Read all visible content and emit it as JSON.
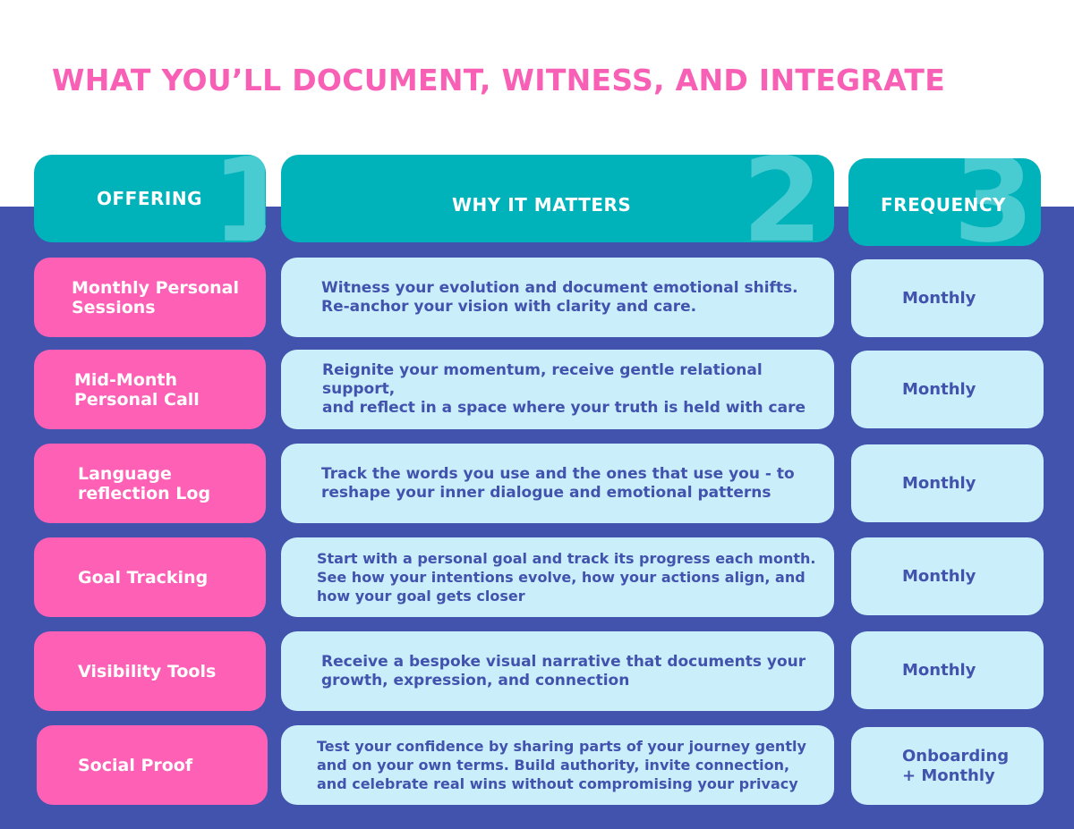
{
  "title": "WHAT YOU’LL DOCUMENT, WITNESS, AND INTEGRATE",
  "headers": [
    {
      "label": "OFFERING",
      "number": "1"
    },
    {
      "label": "WHY IT MATTERS",
      "number": "2"
    },
    {
      "label": "FREQUENCY",
      "number": "3"
    }
  ],
  "rows": [
    {
      "offering": "Monthly Personal\nSessions",
      "why": "Witness your evolution and document emotional shifts.\nRe-anchor your vision with clarity and care.",
      "frequency": "Monthly"
    },
    {
      "offering": "Mid-Month\nPersonal Call",
      "why": "Reignite your momentum, receive gentle relational support,\nand reflect in a space where your truth is held with care",
      "frequency": "Monthly"
    },
    {
      "offering": "Language\nreflection Log",
      "why": "Track the words you use and the ones that use you - to\nreshape your inner dialogue and emotional patterns",
      "frequency": "Monthly"
    },
    {
      "offering": "Goal Tracking",
      "why": "Start with a personal goal and track its progress each month.\nSee how your intentions evolve, how your actions align, and\nhow your goal gets closer",
      "frequency": "Monthly"
    },
    {
      "offering": "Visibility Tools",
      "why": "Receive a bespoke visual narrative that documents your\ngrowth, expression, and connection",
      "frequency": "Monthly"
    },
    {
      "offering": "Social Proof",
      "why": "Test your confidence by sharing parts of your journey gently\nand on your own terms. Build authority, invite connection,\nand celebrate real wins without compromising your privacy",
      "frequency": "Onboarding\n+ Monthly"
    }
  ],
  "colors": {
    "title": "#f860b6",
    "band": "#4153ad",
    "header": "#00b2ba",
    "header_number": "#49ccd1",
    "offering_cell": "#fe60b5",
    "light_cell": "#cbeefb",
    "dark_text": "#4153ad"
  }
}
